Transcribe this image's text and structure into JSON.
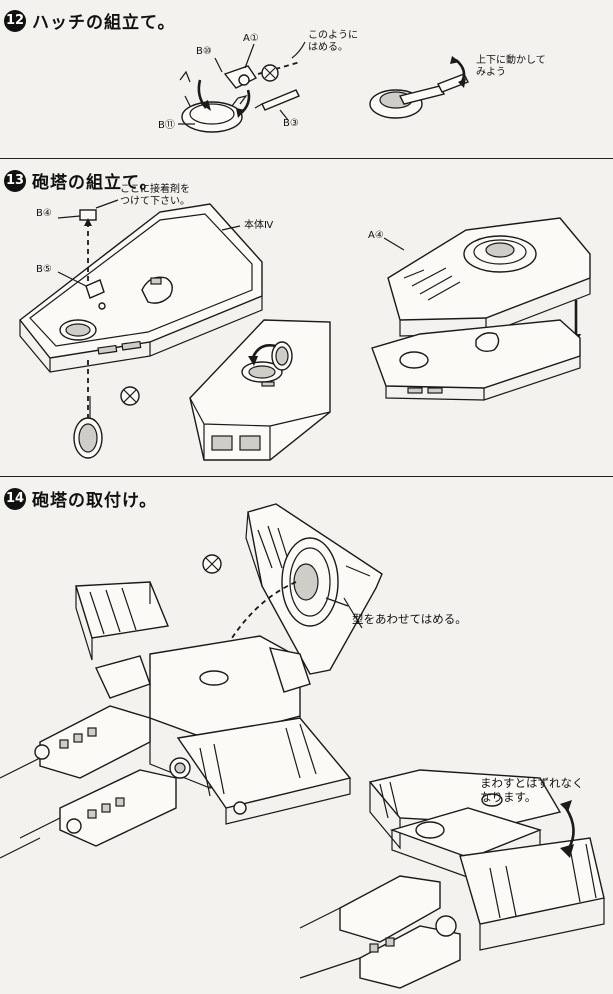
{
  "steps": [
    {
      "number": "12",
      "title": "ハッチの組立て。",
      "labels": {
        "a1": "A①",
        "b10": "B⑩",
        "b11": "B⑪",
        "b3": "B③",
        "note": "このように\nはめる。",
        "move": "上下に動かして\nみよう"
      }
    },
    {
      "number": "13",
      "title": "砲塔の組立て。",
      "labels": {
        "b4": "B④",
        "b5": "B⑤",
        "glue": "ここに接着剤を\nつけて下さい。",
        "body": "本体Ⅳ",
        "a4": "A④"
      }
    },
    {
      "number": "14",
      "title": "砲塔の取付け。",
      "labels": {
        "fit": "型をあわせてはめる。",
        "rotate": "まわすとはずれなく\nなります。"
      }
    }
  ],
  "icons": {
    "prohibited": "circled-x-icon",
    "arrow": "curved-arrow-icon"
  }
}
